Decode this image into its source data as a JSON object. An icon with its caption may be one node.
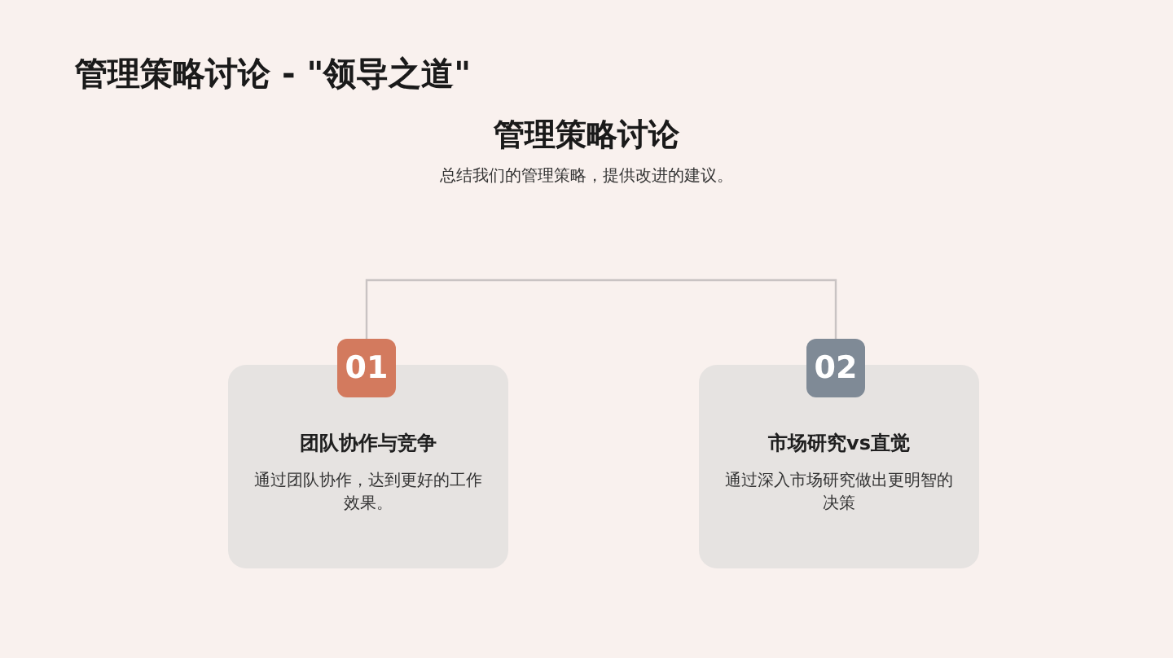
{
  "diagram": {
    "title": "管理策略讨论 - \"领导之道\"",
    "nodes": [
      {
        "text": [
          "01"
        ]
      },
      {
        "text": [
          "团队协作与竞争",
          "通过团队协作，达到更好的工作效果。"
        ]
      },
      {
        "text": [
          "02"
        ]
      },
      {
        "text": [
          "市场研究vs直觉",
          "通过深入市场研究做出更明智的决策"
        ]
      }
    ],
    "edges": [
      {
        "from": 0,
        "to": 2,
        "arrow": "none"
      }
    ],
    "labels": [
      "管理策略讨论",
      "总结我们的管理策略，提供改进的建议。"
    ]
  }
}
